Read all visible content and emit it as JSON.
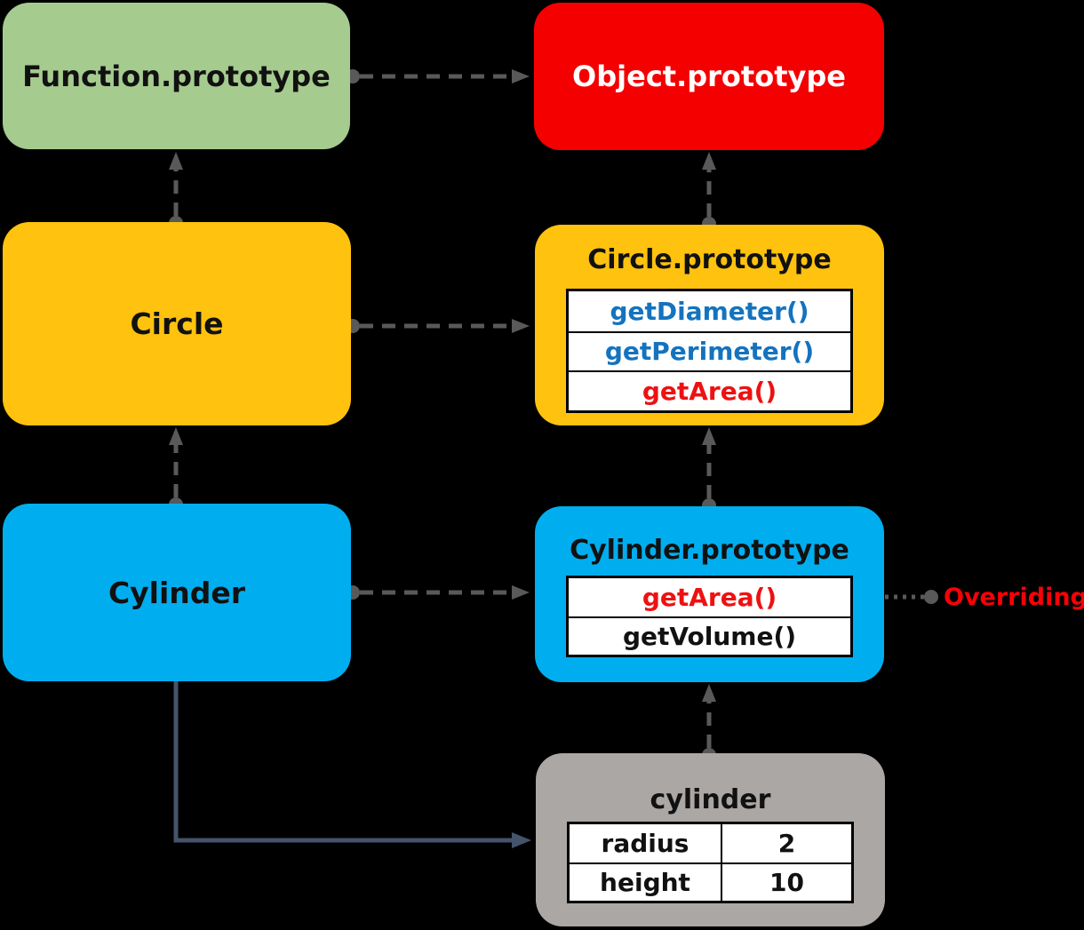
{
  "nodes": {
    "function_prototype": {
      "label": "Function.prototype"
    },
    "object_prototype": {
      "label": "Object.prototype"
    },
    "circle_constructor": {
      "label": "Circle"
    },
    "circle_prototype": {
      "title": "Circle.prototype",
      "methods": [
        "getDiameter()",
        "getPerimeter()",
        "getArea()"
      ]
    },
    "cylinder_constructor": {
      "label": "Cylinder"
    },
    "cylinder_prototype": {
      "title": "Cylinder.prototype",
      "methods": [
        "getArea()",
        "getVolume()"
      ]
    },
    "cylinder_instance": {
      "title": "cylinder",
      "properties": [
        {
          "name": "radius",
          "value": "2"
        },
        {
          "name": "height",
          "value": "10"
        }
      ]
    }
  },
  "annotations": {
    "overriding_label": "Overriding"
  },
  "colors": {
    "background": "#000000",
    "green": "#A5CB8F",
    "red": "#F50000",
    "yellow": "#FFC20E",
    "blue": "#00AEEF",
    "gray": "#ABA7A5",
    "arrow_gray": "#595959",
    "arrow_dark": "#44546A",
    "method_blue": "#1473BF",
    "method_red": "#EE1111",
    "overriding_red": "#FB0007",
    "table_bg": "#FFFFFF",
    "border_black": "#000000",
    "text_black": "#111111",
    "text_white": "#FFFFFF"
  }
}
